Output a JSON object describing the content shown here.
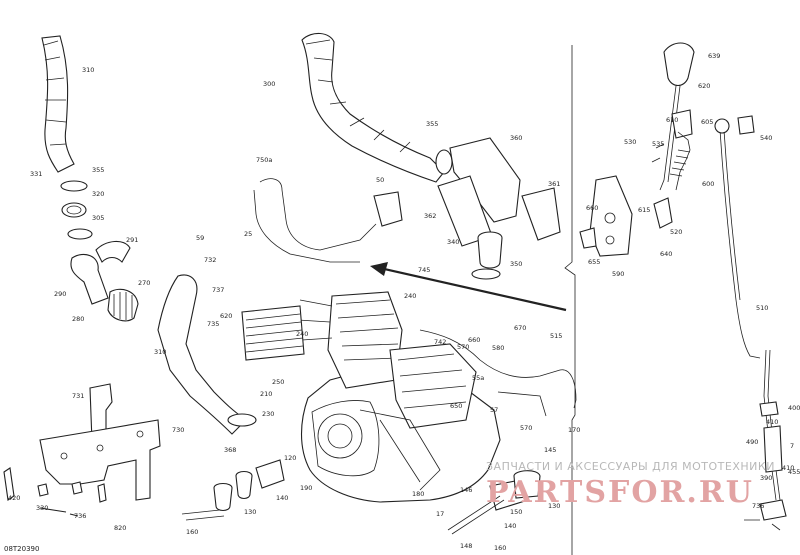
{
  "diagram_ref": "08T20390",
  "watermark": {
    "caption": "ЗАПЧАСТИ И АКСЕССУАРЫ ДЛЯ МОТОТЕХНИКИ",
    "logo": "PARTSFOR.RU"
  },
  "callouts": [
    "310",
    "300",
    "331",
    "355",
    "320",
    "305",
    "291",
    "290",
    "270",
    "280",
    "310",
    "355",
    "360",
    "361",
    "362",
    "750a",
    "50",
    "25",
    "59",
    "732",
    "737",
    "620",
    "735",
    "240",
    "745",
    "340",
    "350",
    "240",
    "670",
    "660",
    "515",
    "742",
    "650",
    "570",
    "580",
    "55a",
    "57",
    "570",
    "731",
    "730",
    "250",
    "210",
    "230",
    "368",
    "130",
    "160",
    "120",
    "140",
    "190",
    "330",
    "736",
    "820",
    "420",
    "180",
    "17",
    "146",
    "150",
    "130",
    "148",
    "145",
    "170",
    "160",
    "140",
    "639",
    "610",
    "620",
    "605",
    "530",
    "535",
    "540",
    "600",
    "660",
    "615",
    "655",
    "590",
    "520",
    "640",
    "510",
    "410",
    "490",
    "390",
    "410",
    "736",
    "7",
    "400",
    "455"
  ]
}
